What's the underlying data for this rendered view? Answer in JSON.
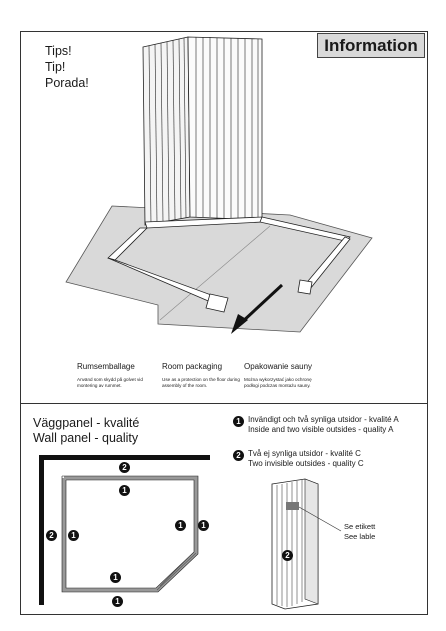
{
  "header": {
    "title": "Information"
  },
  "tips": {
    "line1": "Tips!",
    "line2": "Tip!",
    "line3": "Porada!"
  },
  "packaging": [
    {
      "title": "Rumsemballage",
      "desc": "Använd som skydd på golvet vid montering av rummet."
    },
    {
      "title": "Room packaging",
      "desc": "Use as a protection on the floor during assembly of the room."
    },
    {
      "title": "Opakowanie sauny",
      "desc": "Można wykorzystać jako ochronę podłogi podczas montażu sauny."
    }
  ],
  "wall_panel": {
    "title_se": "Väggpanel - kvalité",
    "title_en": "Wall panel - quality"
  },
  "legend": [
    {
      "badge": "1",
      "line1": "Invändigt och två synliga utsidor - kvalité A",
      "line2": "Inside and two visible outsides - quality A"
    },
    {
      "badge": "2",
      "line1": "Två ej synliga utsidor - kvalité C",
      "line2": "Two invisible outsides - quality C"
    }
  ],
  "plan_badges": {
    "one": "1",
    "two": "2"
  },
  "label_note": {
    "line1": "Se etikett",
    "line2": "See lable"
  }
}
